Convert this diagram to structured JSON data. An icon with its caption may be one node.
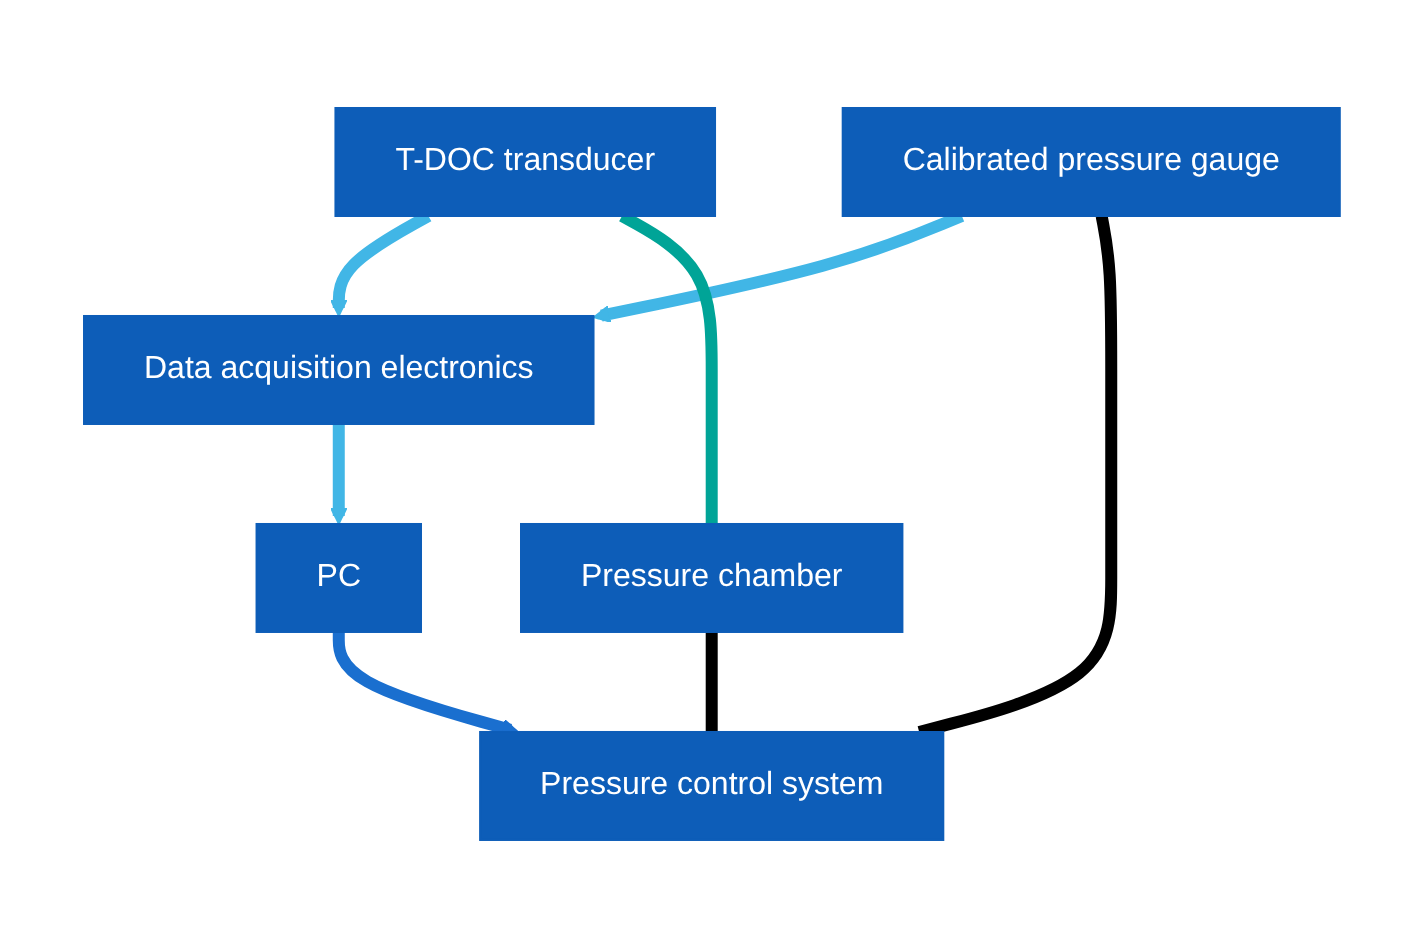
{
  "diagram": {
    "nodes": [
      {
        "text": [
          "Data acquisition electronics"
        ]
      },
      {
        "text": [
          "T-DOC transducer"
        ]
      },
      {
        "text": [
          "PC"
        ]
      },
      {
        "text": [
          "Calibrated pressure gauge"
        ]
      },
      {
        "text": [
          "Pressure chamber"
        ]
      },
      {
        "text": [
          "Pressure control system"
        ]
      }
    ],
    "edges": [
      {
        "from": 1,
        "to": 0,
        "arrow": "to"
      },
      {
        "from": 0,
        "to": 2,
        "arrow": "to"
      },
      {
        "from": 3,
        "to": 0,
        "arrow": "to"
      },
      {
        "from": 1,
        "to": 4,
        "arrow": "none",
        "color": "#00a497"
      },
      {
        "from": 2,
        "to": 5,
        "arrow": "to",
        "color": "#1a6fcf"
      },
      {
        "from": 3,
        "to": 5,
        "arrow": "none",
        "color": "#000000"
      },
      {
        "from": 4,
        "to": 5,
        "arrow": "none",
        "color": "#000000"
      }
    ]
  }
}
